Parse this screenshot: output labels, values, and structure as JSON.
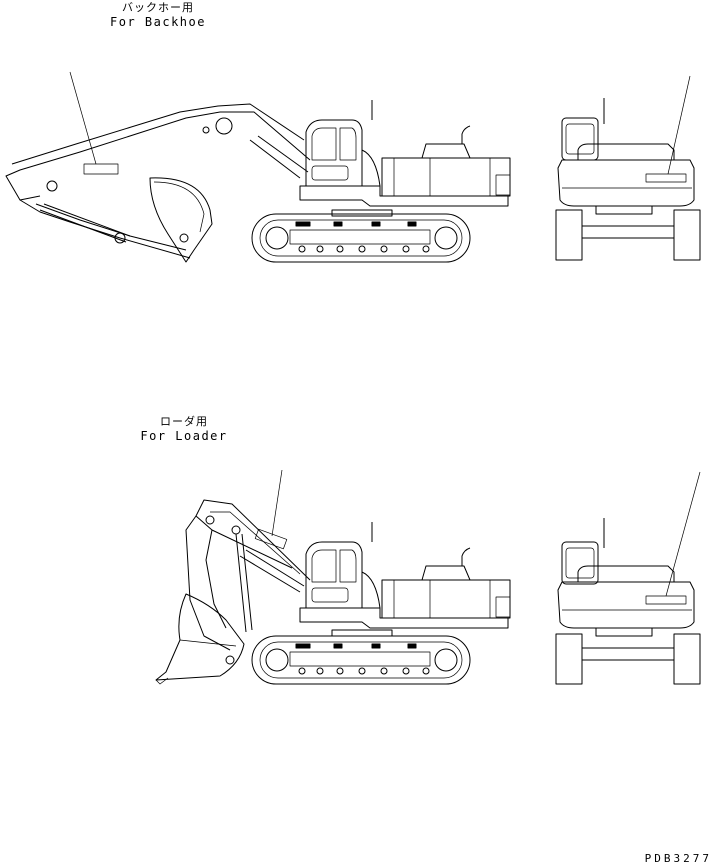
{
  "captions": {
    "backhoe": {
      "jp": "バックホー用",
      "en": "For Backhoe"
    },
    "loader": {
      "jp": "ローダ用",
      "en": "For Loader"
    }
  },
  "drawing_id": "PDB3277"
}
